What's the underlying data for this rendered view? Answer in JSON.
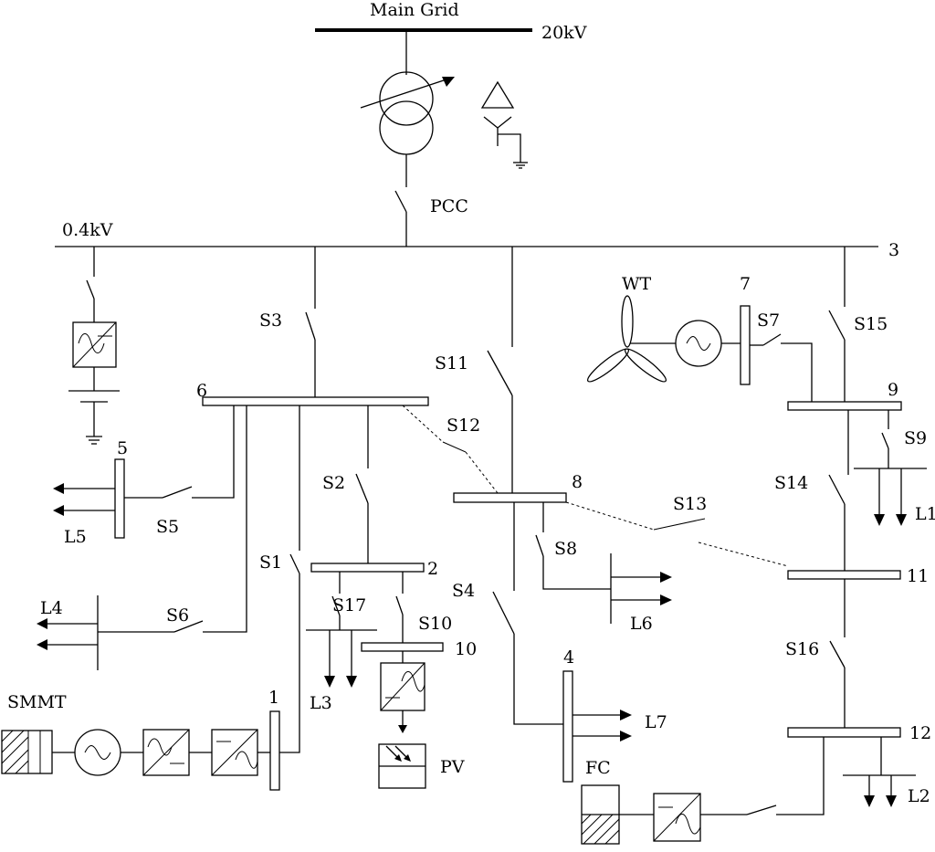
{
  "grid": {
    "name": "Main Grid",
    "voltage_hv": "20kV",
    "voltage_lv": "0.4kV",
    "pcc": "PCC"
  },
  "buses": {
    "b1": "1",
    "b2": "2",
    "b3": "3",
    "b4": "4",
    "b5": "5",
    "b6": "6",
    "b7": "7",
    "b8": "8",
    "b9": "9",
    "b10": "10",
    "b11": "11",
    "b12": "12"
  },
  "switches": {
    "s1": "S1",
    "s2": "S2",
    "s3": "S3",
    "s4": "S4",
    "s5": "S5",
    "s6": "S6",
    "s7": "S7",
    "s8": "S8",
    "s9": "S9",
    "s10": "S10",
    "s11": "S11",
    "s12": "S12",
    "s13": "S13",
    "s14": "S14",
    "s15": "S15",
    "s16": "S16",
    "s17": "S17"
  },
  "loads": {
    "l1": "L1",
    "l2": "L2",
    "l3": "L3",
    "l4": "L4",
    "l5": "L5",
    "l6": "L6",
    "l7": "L7"
  },
  "sources": {
    "wt": "WT",
    "pv": "PV",
    "fc": "FC",
    "smmt": "SMMT"
  }
}
